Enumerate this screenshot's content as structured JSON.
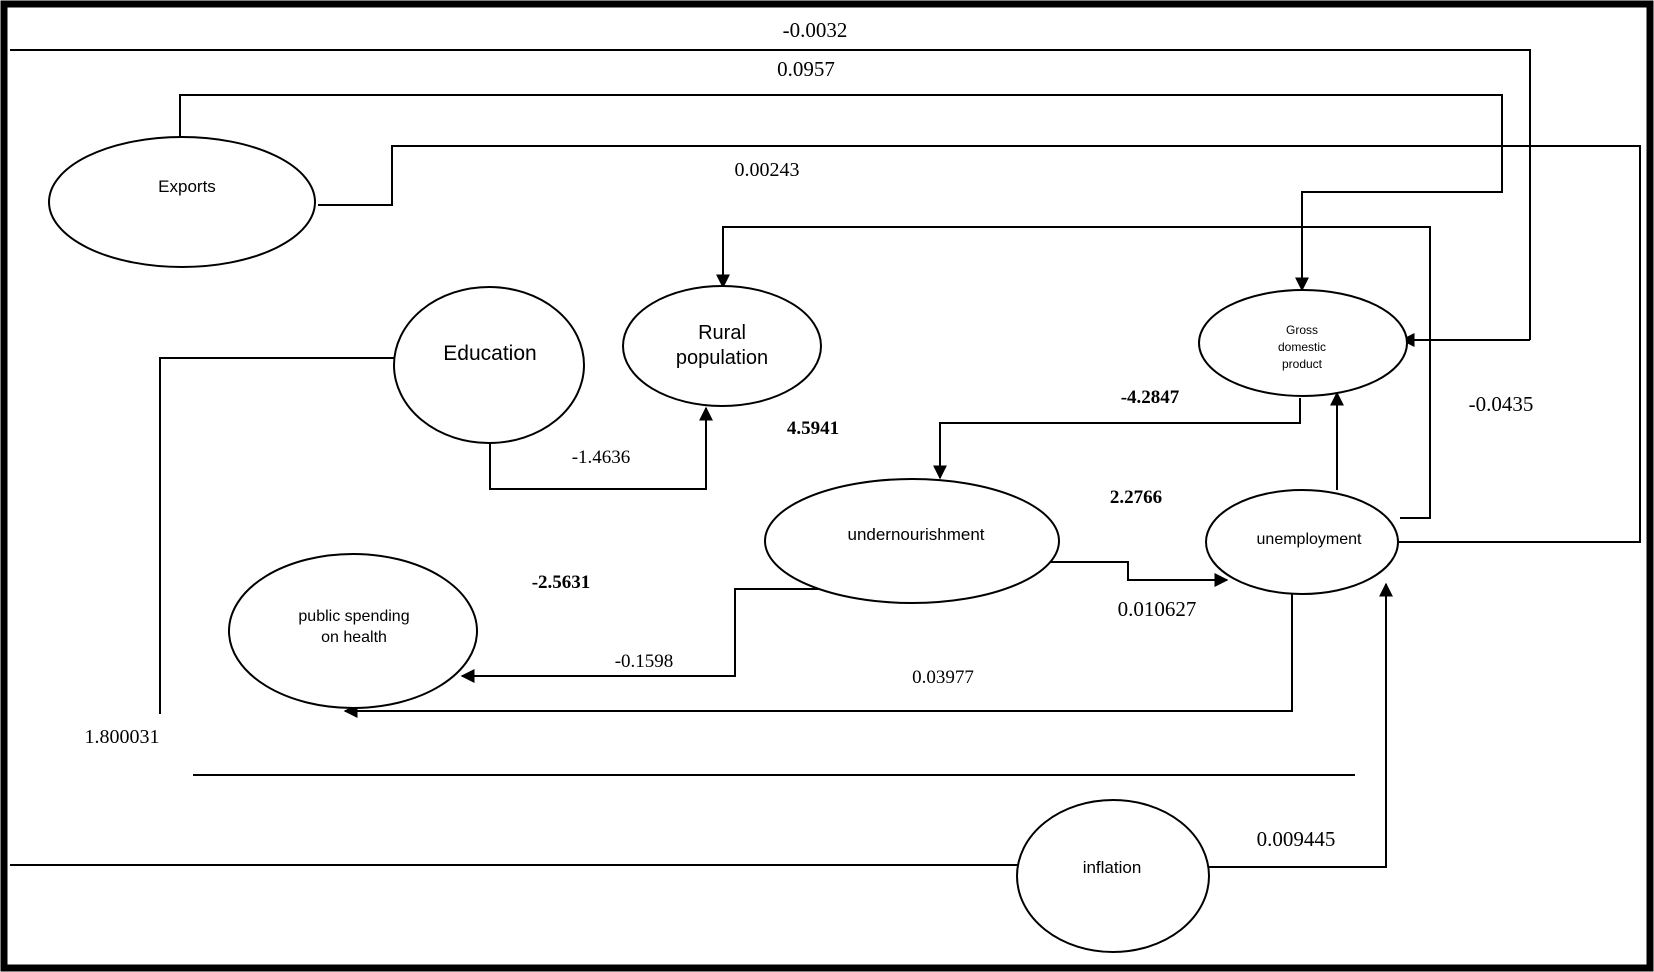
{
  "nodes": {
    "exports": [
      "Exports"
    ],
    "education": [
      "Education"
    ],
    "rural_population": [
      "Rural",
      "population"
    ],
    "gdp": [
      "Gross",
      "domestic",
      "product"
    ],
    "undernourishment": [
      "undernourishment"
    ],
    "unemployment": [
      "unemployment"
    ],
    "public_health": [
      "public spending",
      "on health"
    ],
    "inflation": [
      "inflation"
    ]
  },
  "coefficients": {
    "exports_unemployment_top": "-0.0032",
    "exports_gdp": "0.0957",
    "exports_unemployment": "0.00243",
    "unemployment_gdp_right": "-0.0435",
    "gdp_undernourishment": "-4.2847",
    "unemployment_rural": "4.5941",
    "education_rural": "-1.4636",
    "unemployment_gdp": "2.2766",
    "education_health": "-2.5631",
    "undernourishment_unemployment": "0.010627",
    "undernourishment_health": "-0.1598",
    "unemployment_health": "0.03977",
    "education_left": "1.800031",
    "inflation_unemployment": "0.009445"
  }
}
